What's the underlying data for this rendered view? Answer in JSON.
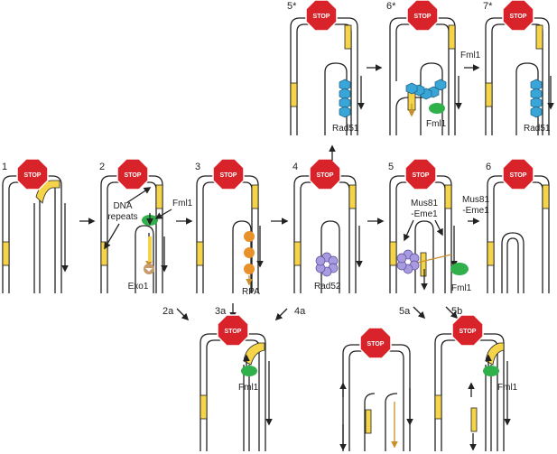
{
  "stop_text": "STOP",
  "steps": {
    "s1": "1",
    "s2": "2",
    "s3": "3",
    "s4": "4",
    "s5": "5",
    "s6": "6",
    "s5star": "5*",
    "s6star": "6*",
    "s7star": "7*",
    "s2a": "2a",
    "s3a": "3a",
    "s4a": "4a",
    "s5a": "5a",
    "s5b": "5b"
  },
  "labels": {
    "dna_repeats_1": "DNA",
    "dna_repeats_2": "repeats",
    "fml1": "Fml1",
    "exo1": "Exo1",
    "rpa": "RPA",
    "rad52": "Rad52",
    "rad51": "Rad51",
    "mus81_1": "Mus81",
    "mus81_2": "-Eme1"
  },
  "colors": {
    "stop_red": "#d9232a",
    "repeat_yellow": "#f5d44a",
    "fml1_green": "#2fb04a",
    "rpa_orange": "#e8902a",
    "rad52_purple": "#a99be0",
    "rad51_blue": "#3aa6d8",
    "exo1_tan": "#c89a6a"
  },
  "icons": [
    "stop-sign-icon",
    "fml1-helicase-icon",
    "exo1-icon",
    "rpa-icon",
    "rad52-icon",
    "rad51-filament-icon"
  ]
}
